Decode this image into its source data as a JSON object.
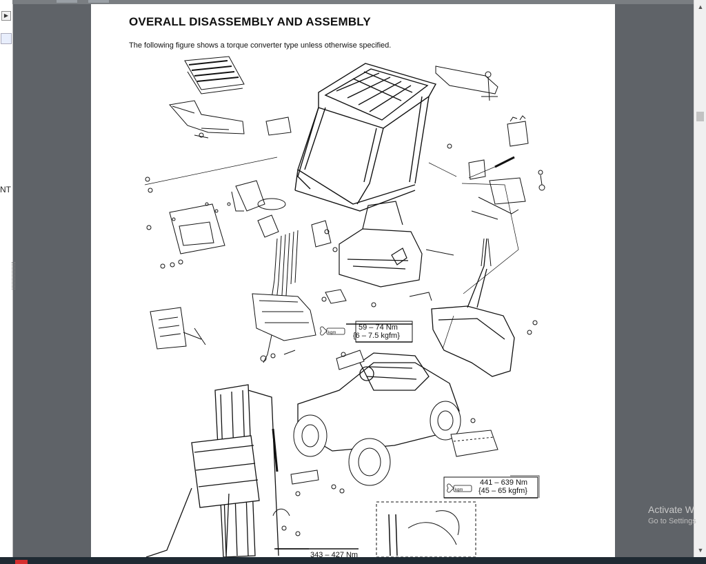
{
  "nav_pane": {
    "arrow_glyph": "▶",
    "partial_text": "NT"
  },
  "document": {
    "title": "OVERALL DISASSEMBLY AND ASSEMBLY",
    "caption": "The following figure shows a torque converter type unless otherwise specified.",
    "wrench_tag": "kgm",
    "torques": [
      {
        "nm": "59 – 74 Nm",
        "kgfm": "{6 – 7.5 kgfm}"
      },
      {
        "nm": "441 – 639 Nm",
        "kgfm": "{45 – 65 kgfm}"
      },
      {
        "nm": "343 – 427 Nm",
        "kgfm": ""
      }
    ]
  },
  "scrollbar": {
    "up_glyph": "▲",
    "down_glyph": "▼"
  },
  "watermark": {
    "line1": "Activate W",
    "line2": "Go to Settings"
  },
  "colors": {
    "page": "#ffffff",
    "viewer_bg": "#5f6368",
    "ink": "#111111"
  }
}
